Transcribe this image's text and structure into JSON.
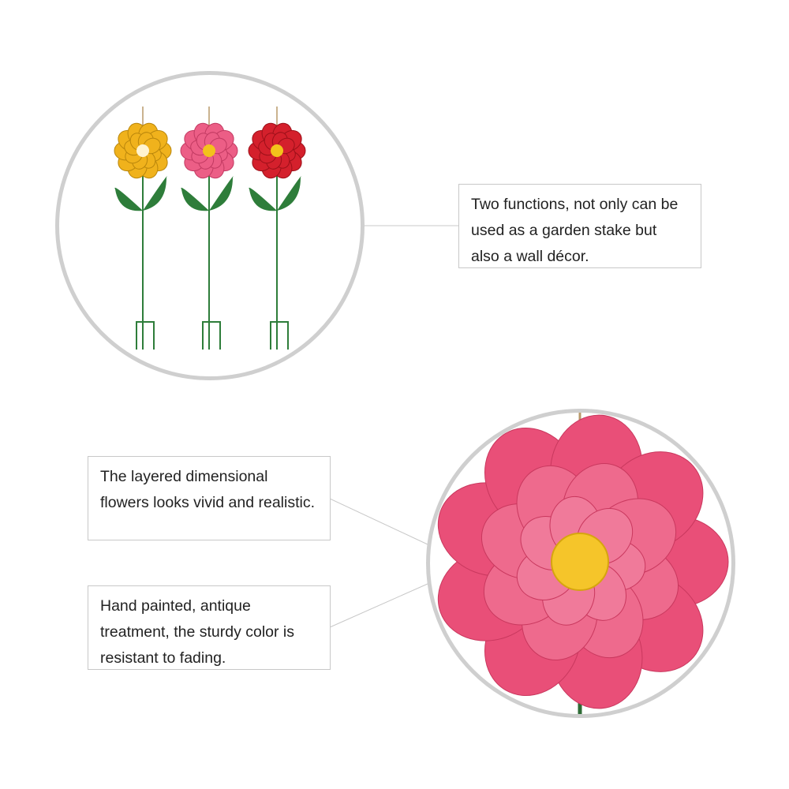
{
  "callouts": [
    {
      "text": "Two functions, not only can be used as a garden stake but also a wall décor."
    },
    {
      "text": "The layered dimensional flowers looks vivid and realistic."
    },
    {
      "text": "Hand painted, antique treatment, the sturdy color is resistant to fading."
    }
  ],
  "colors": {
    "yellow_flower": "#f0b21c",
    "pink_flower": "#ec5e86",
    "red_flower": "#d4202c",
    "leaf": "#2e7d3a",
    "border": "#cfcfcf"
  }
}
